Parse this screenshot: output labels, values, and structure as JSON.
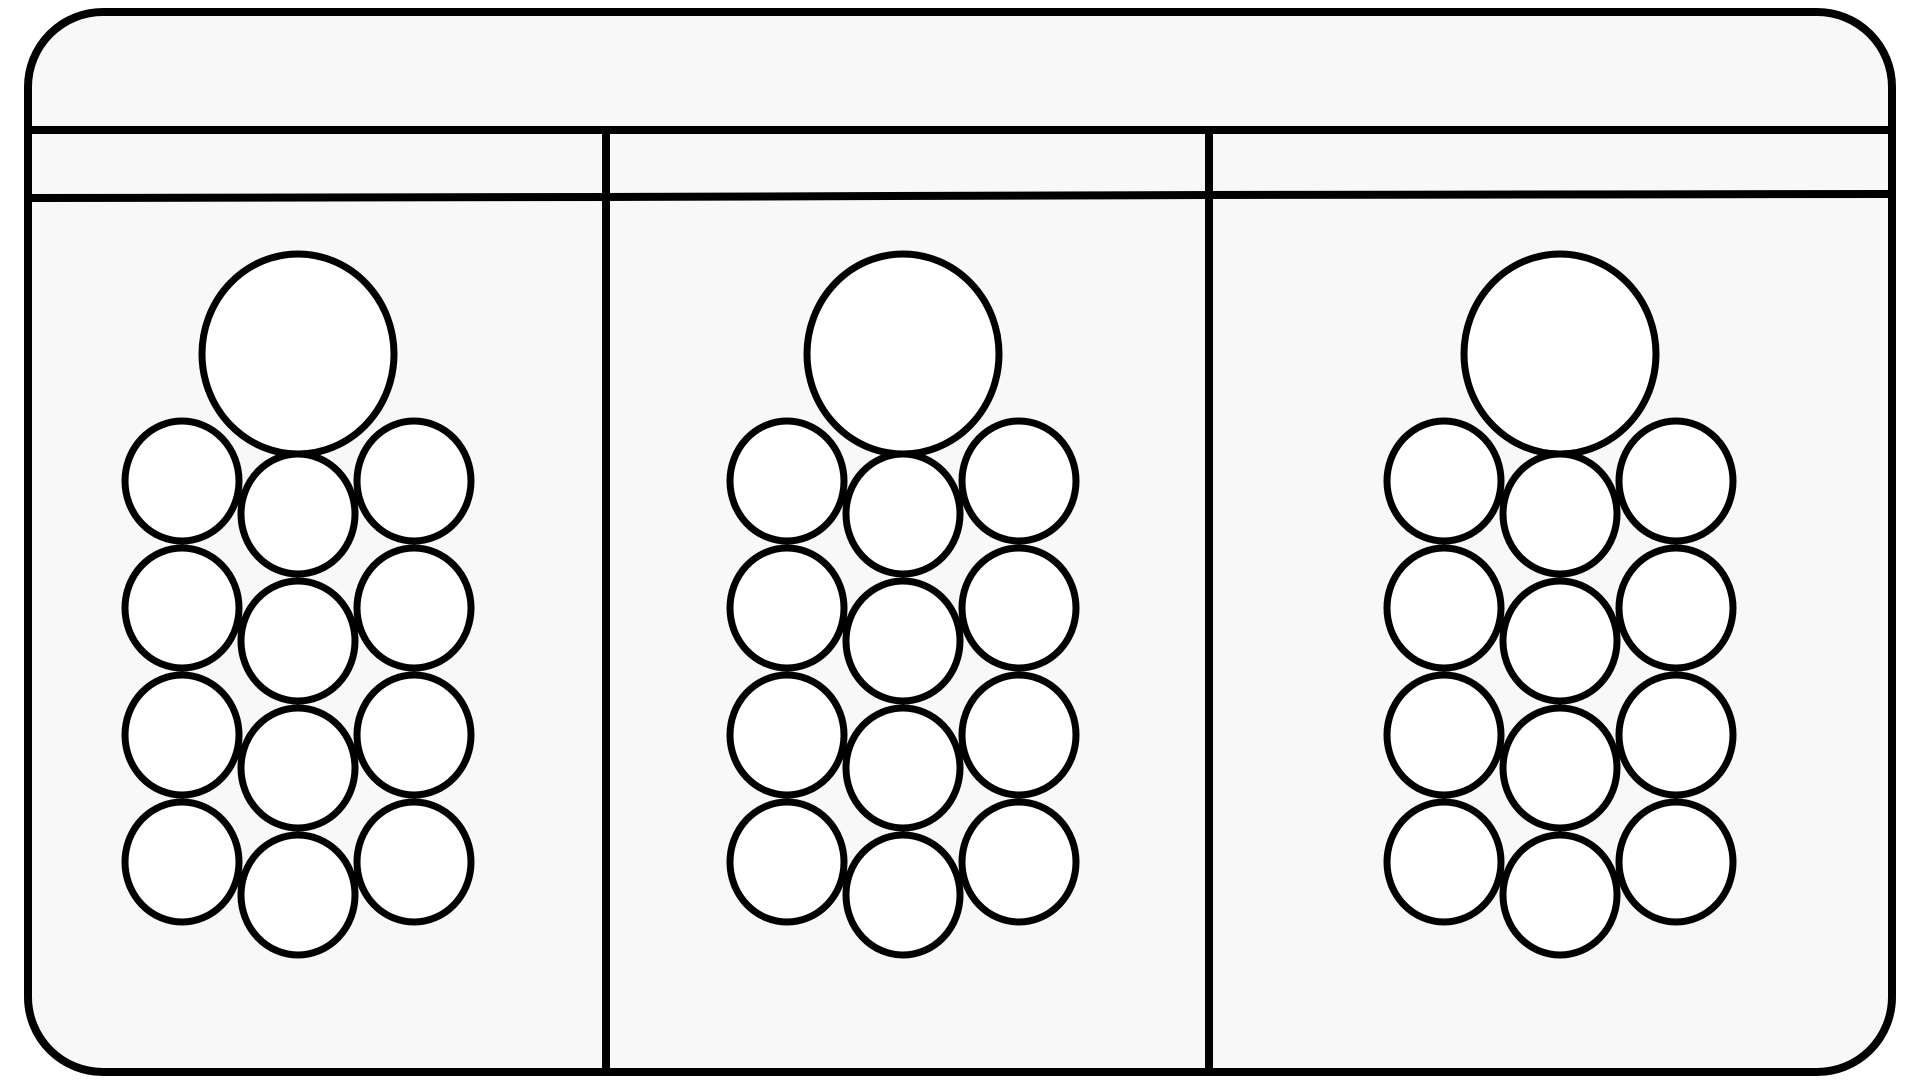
{
  "diagram": {
    "header_cells": [
      "",
      "",
      ""
    ],
    "panels": [
      {
        "head_count": 1,
        "circle_rows": 4,
        "circle_columns": 3
      },
      {
        "head_count": 1,
        "circle_rows": 4,
        "circle_columns": 3
      },
      {
        "head_count": 1,
        "circle_rows": 4,
        "circle_columns": 3
      }
    ],
    "colors": {
      "background": "#f9f8f9",
      "stroke": "#000000",
      "fill": "#ffffff"
    }
  }
}
